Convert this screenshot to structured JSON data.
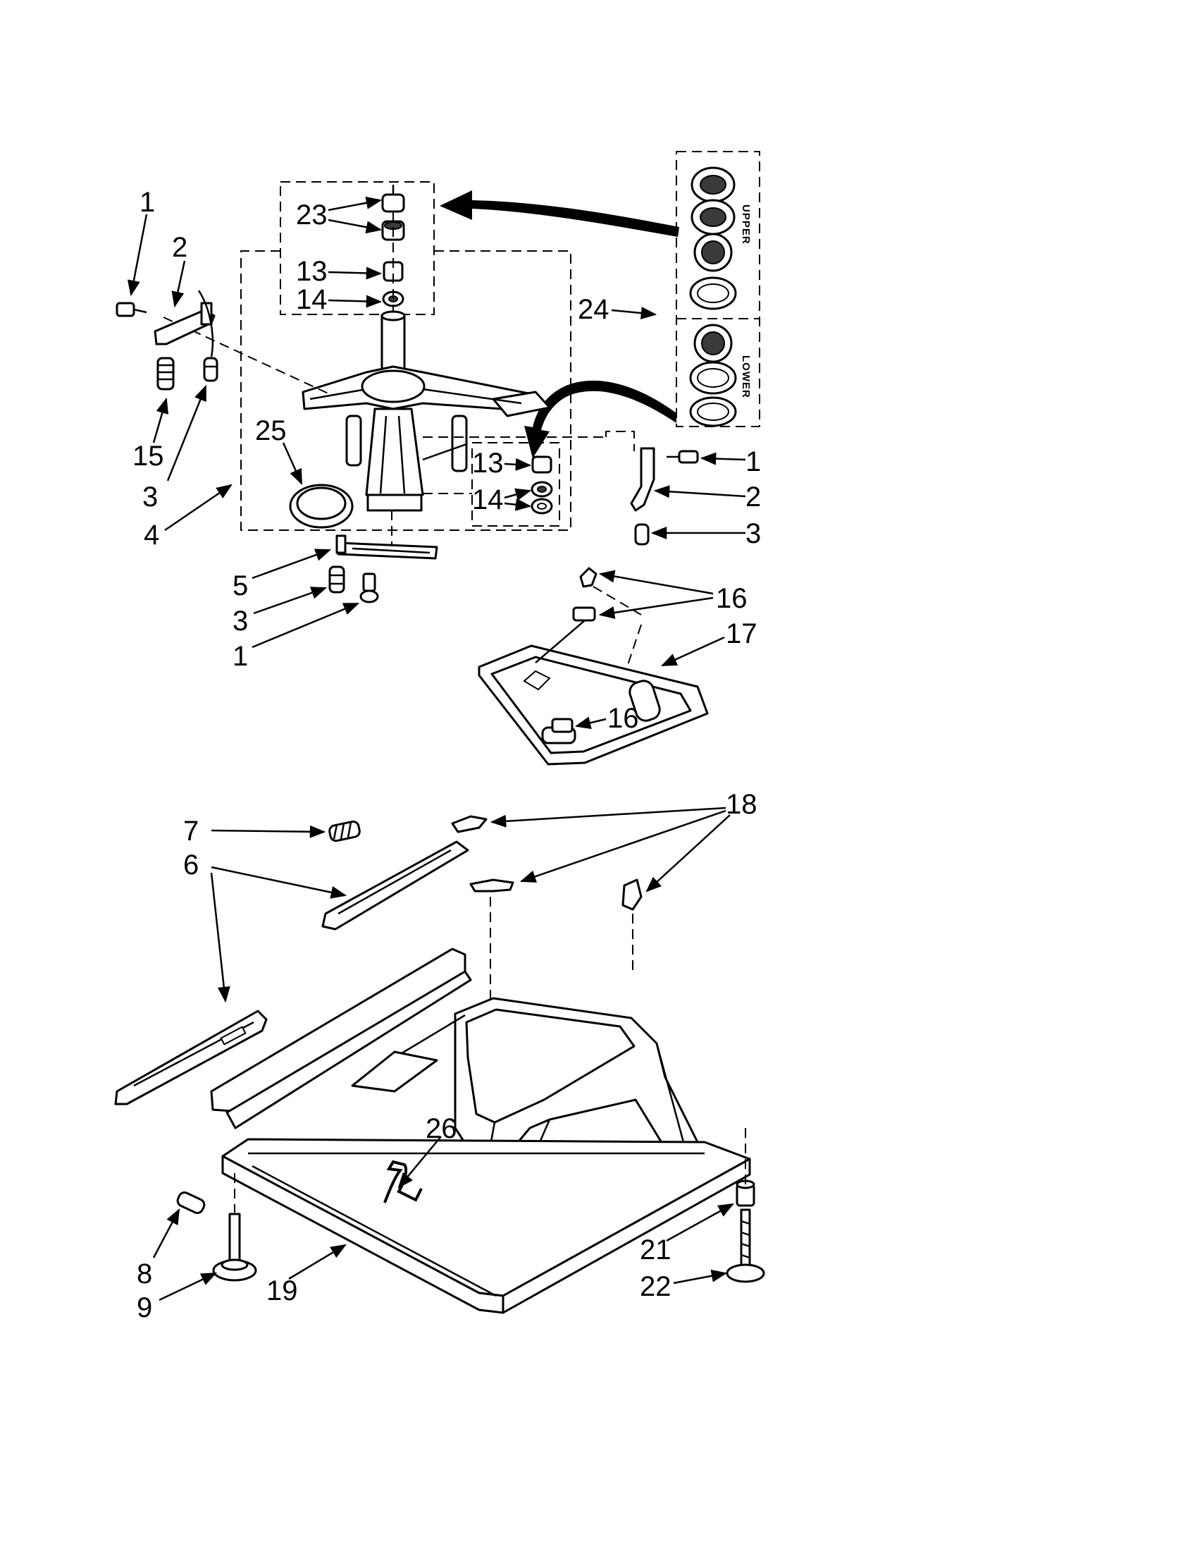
{
  "callouts": {
    "c1a": "1",
    "c2a": "2",
    "c15": "15",
    "c3a": "3",
    "c4": "4",
    "c25": "25",
    "c23": "23",
    "c13a": "13",
    "c14a": "14",
    "c24": "24",
    "c13b": "13",
    "c14b": "14",
    "c1b": "1",
    "c2b": "2",
    "c3b": "3",
    "c5": "5",
    "c3c": "3",
    "c1c": "1",
    "c16a": "16",
    "c17": "17",
    "c16b": "16",
    "c7": "7",
    "c6": "6",
    "c18": "18",
    "c26": "26",
    "c8": "8",
    "c9": "9",
    "c19": "19",
    "c21": "21",
    "c22": "22"
  },
  "legend": {
    "upper": "UPPER",
    "lower": "LOWER"
  }
}
